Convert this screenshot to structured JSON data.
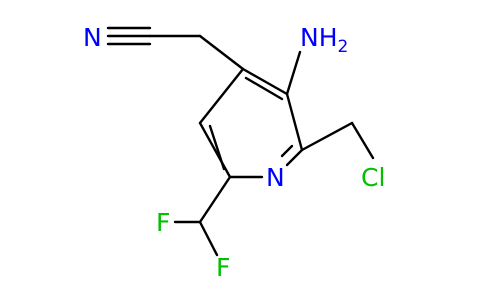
{
  "molecule": {
    "atoms": {
      "nitrile_n": {
        "symbol": "N",
        "color": "#0000ff"
      },
      "amino": {
        "symbol": "NH",
        "subscript": "2",
        "color": "#0000ff"
      },
      "ring_n": {
        "symbol": "N",
        "color": "#0000ff"
      },
      "chlorine": {
        "symbol": "Cl",
        "color": "#00c000"
      },
      "fluorine_1": {
        "symbol": "F",
        "color": "#00c000"
      },
      "fluorine_2": {
        "symbol": "F",
        "color": "#00c000"
      }
    },
    "bond_color": "#000000"
  }
}
